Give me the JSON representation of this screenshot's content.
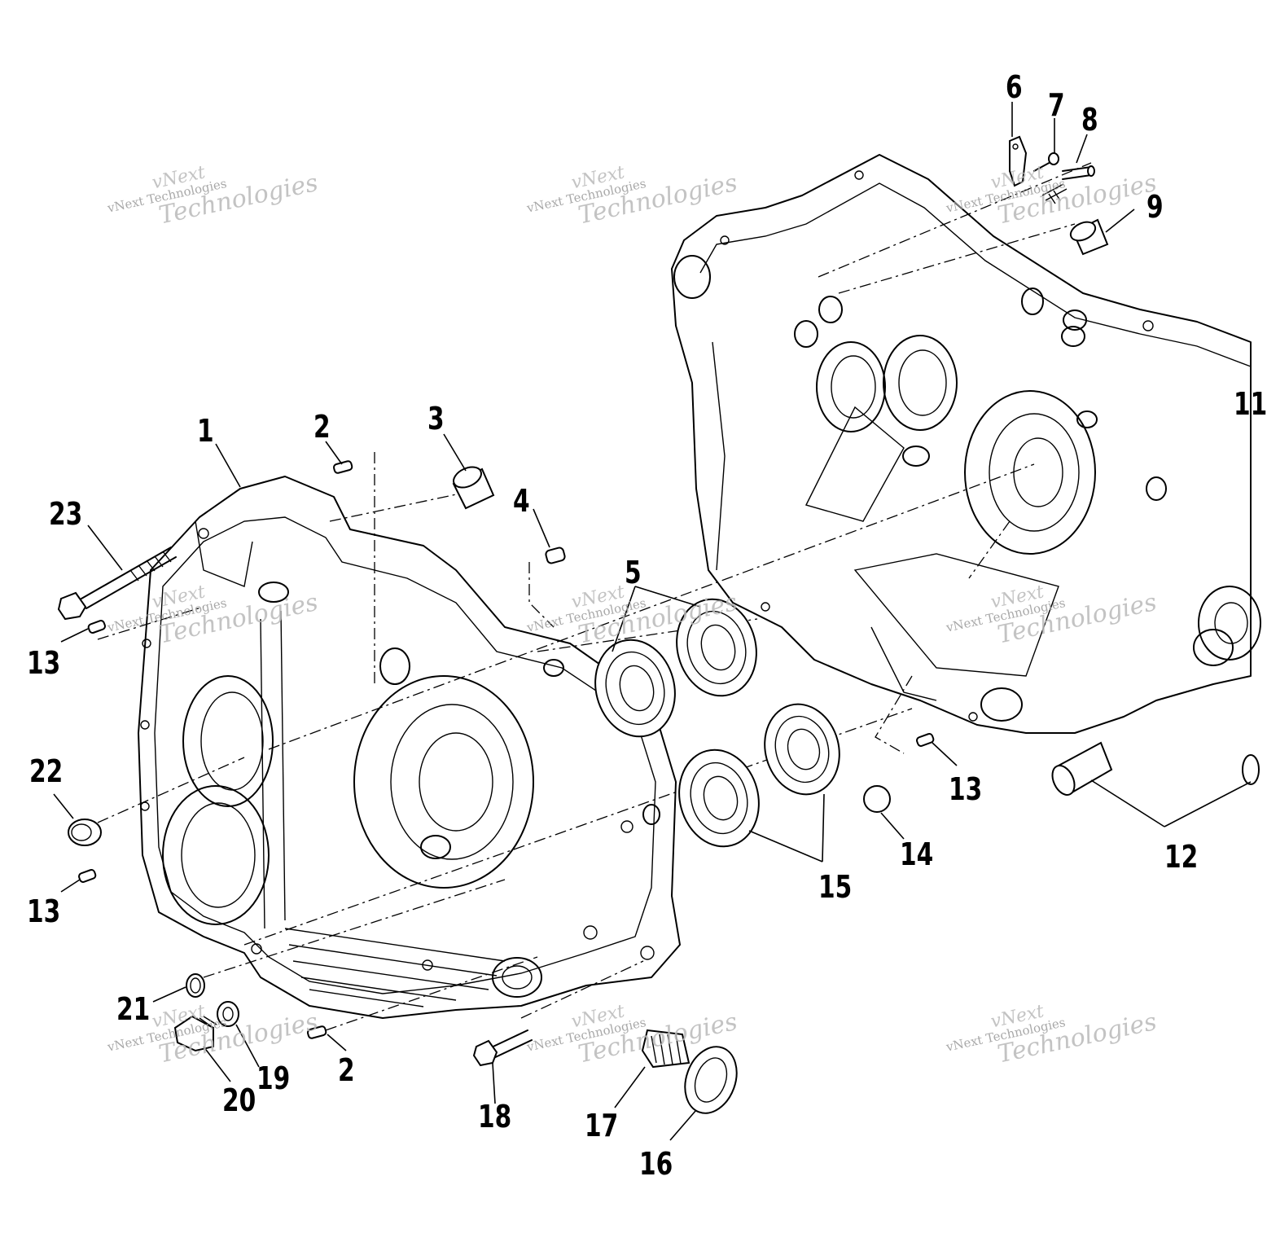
{
  "callouts": [
    "1",
    "2",
    "3",
    "4",
    "5",
    "6",
    "7",
    "8",
    "9",
    "11",
    "12",
    "13",
    "14",
    "15",
    "16",
    "17",
    "18",
    "19",
    "20",
    "21",
    "22",
    "23"
  ],
  "watermark": {
    "line1": "vNext",
    "line2": "vNext Technologies",
    "line3": "Technologies"
  }
}
